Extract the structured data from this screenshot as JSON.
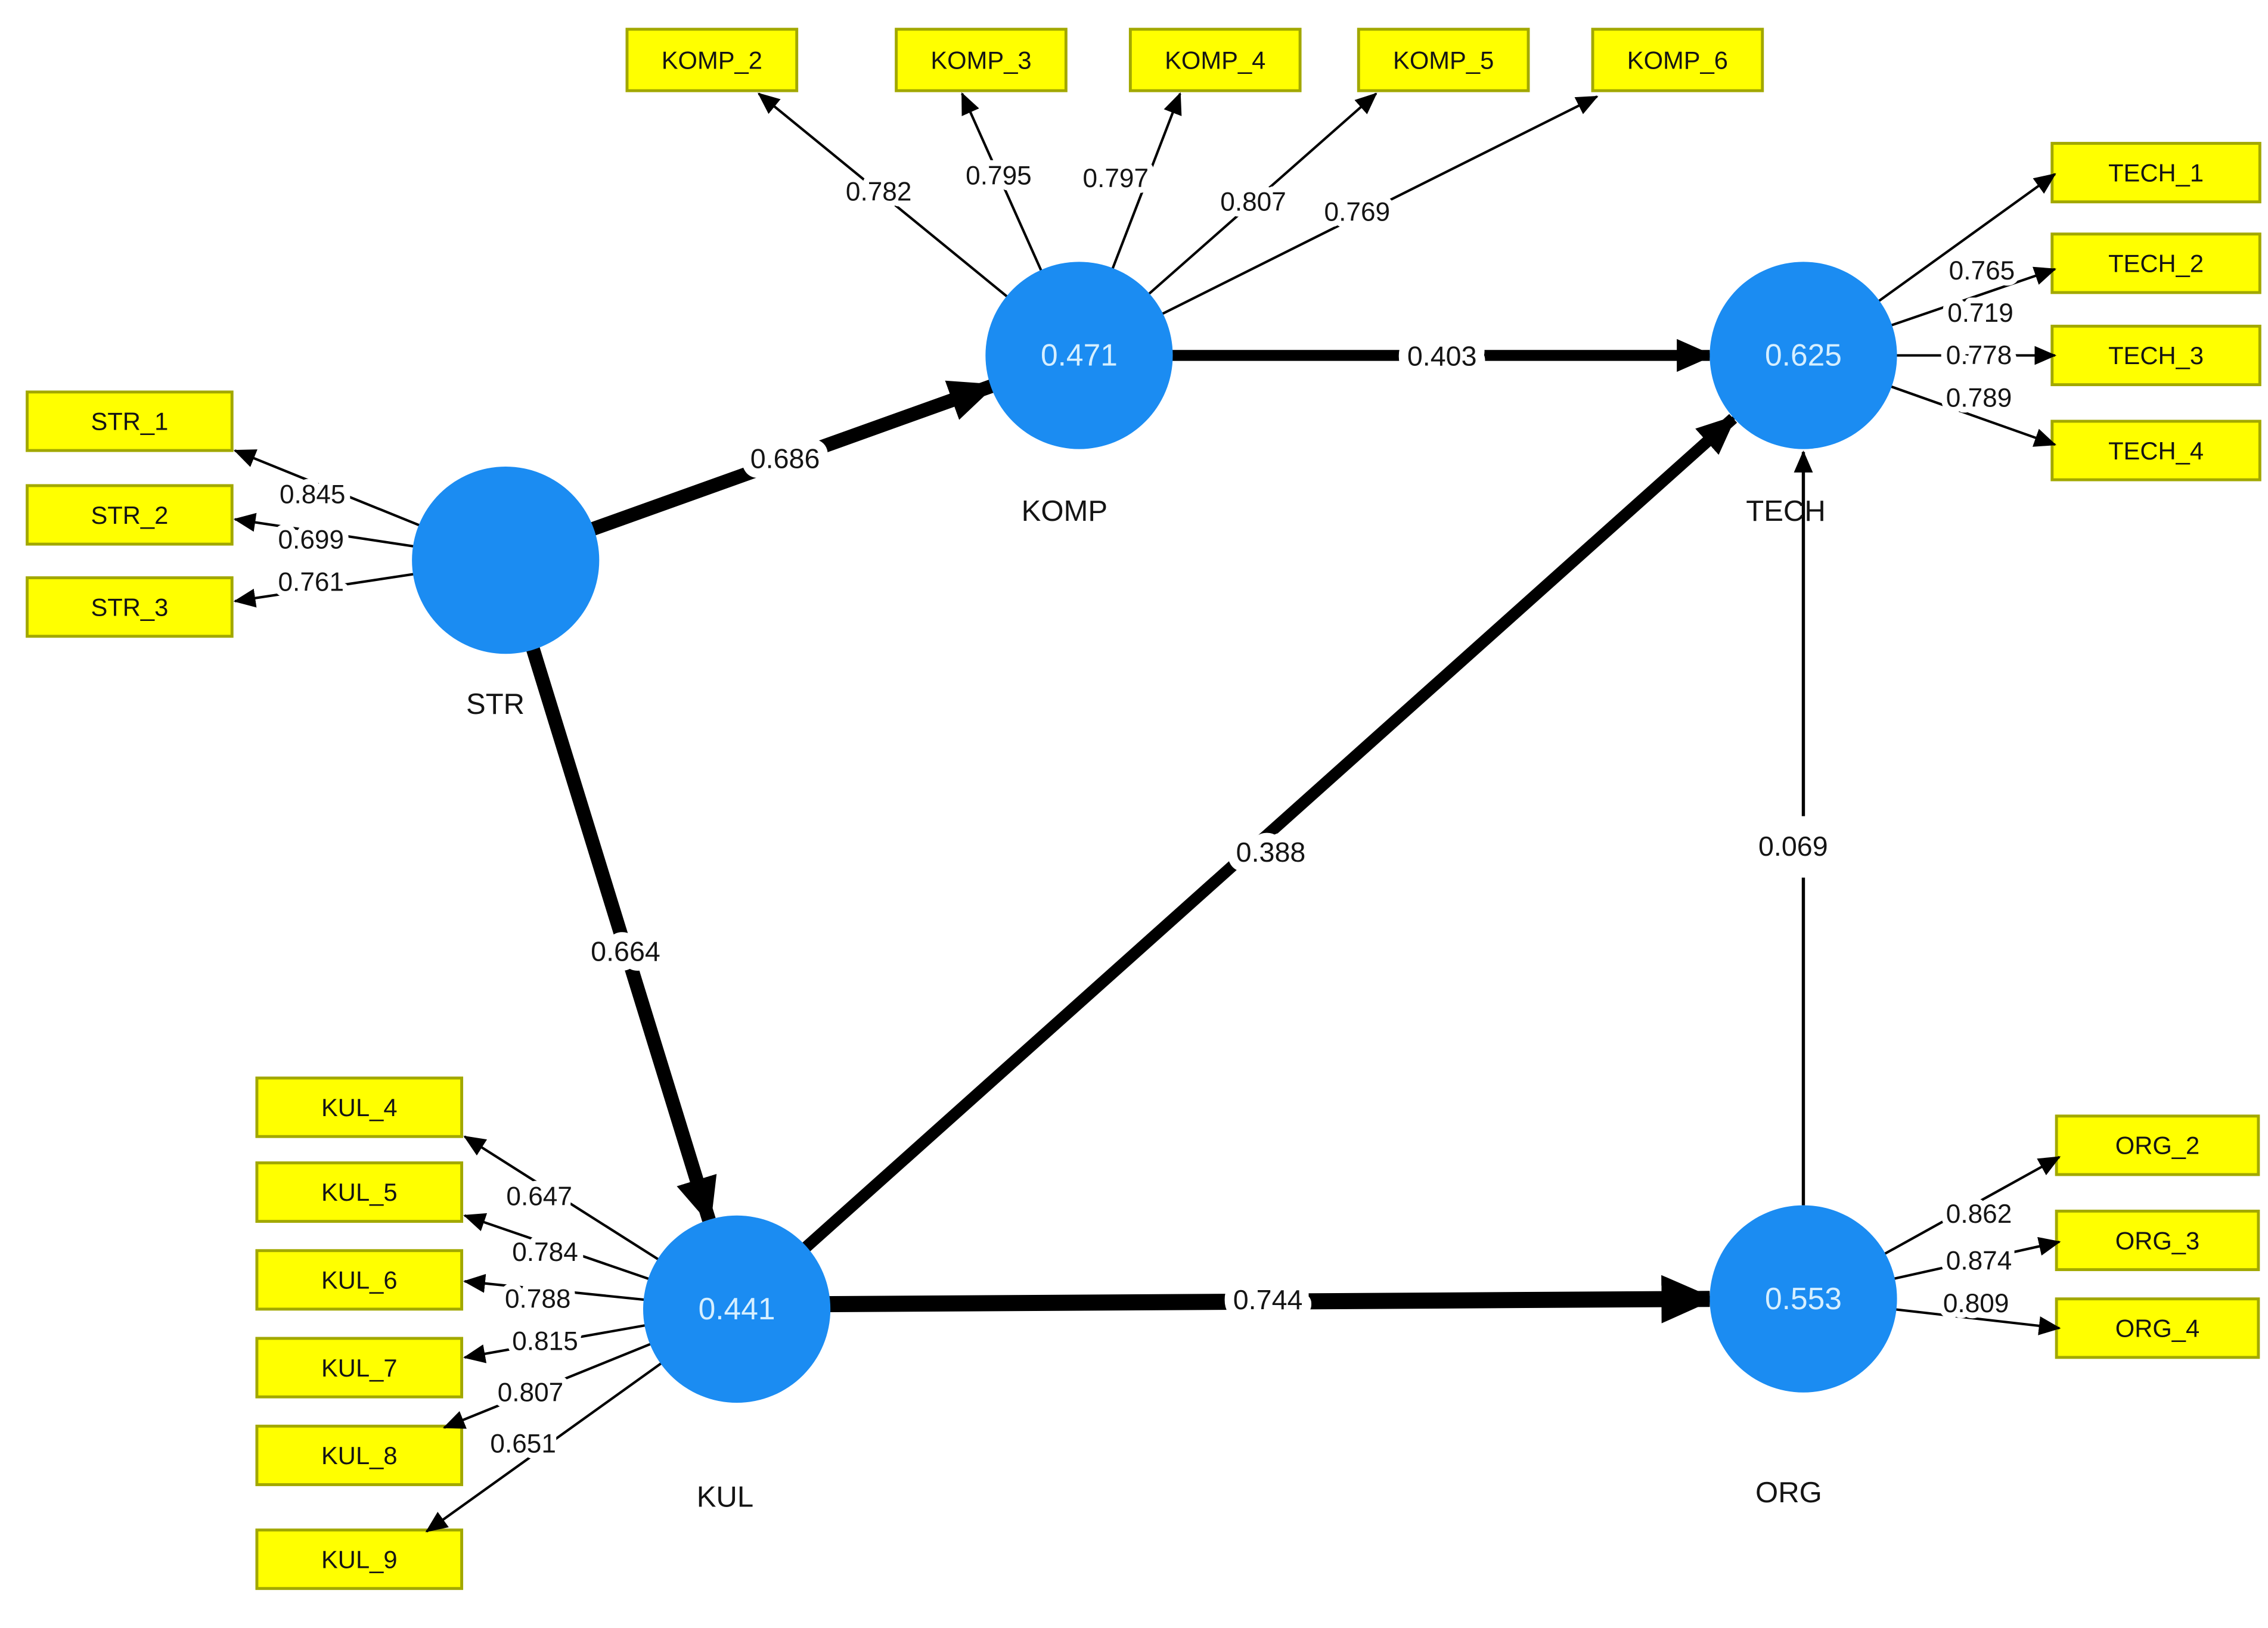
{
  "colors": {
    "background": "#FFFFFF",
    "indicator_fill": "#FFFF00",
    "indicator_border": "#A2A800",
    "construct_fill": "#1B8CF2",
    "construct_value_text": "#D6EFFF",
    "line": "#000000"
  },
  "model": {
    "constructs": {
      "str": {
        "label": "STR"
      },
      "komp": {
        "label": "KOMP",
        "r2": "0.471"
      },
      "tech": {
        "label": "TECH",
        "r2": "0.625"
      },
      "kul": {
        "label": "KUL",
        "r2": "0.441"
      },
      "org": {
        "label": "ORG",
        "r2": "0.553"
      }
    },
    "indicators": {
      "komp": [
        {
          "label": "KOMP_2",
          "loading": "0.782"
        },
        {
          "label": "KOMP_3",
          "loading": "0.795"
        },
        {
          "label": "KOMP_4",
          "loading": "0.797"
        },
        {
          "label": "KOMP_5",
          "loading": "0.807"
        },
        {
          "label": "KOMP_6",
          "loading": "0.769"
        }
      ],
      "str": [
        {
          "label": "STR_1",
          "loading": "0.845"
        },
        {
          "label": "STR_2",
          "loading": "0.699"
        },
        {
          "label": "STR_3",
          "loading": "0.761"
        }
      ],
      "tech": [
        {
          "label": "TECH_1",
          "loading": "0.765"
        },
        {
          "label": "TECH_2",
          "loading": "0.719"
        },
        {
          "label": "TECH_3",
          "loading": "0.778"
        },
        {
          "label": "TECH_4",
          "loading": "0.789"
        }
      ],
      "kul": [
        {
          "label": "KUL_4",
          "loading": "0.647"
        },
        {
          "label": "KUL_5",
          "loading": "0.784"
        },
        {
          "label": "KUL_6",
          "loading": "0.788"
        },
        {
          "label": "KUL_7",
          "loading": "0.815"
        },
        {
          "label": "KUL_8",
          "loading": "0.807"
        },
        {
          "label": "KUL_9",
          "loading": "0.651"
        }
      ],
      "org": [
        {
          "label": "ORG_2",
          "loading": "0.862"
        },
        {
          "label": "ORG_3",
          "loading": "0.874"
        },
        {
          "label": "ORG_4",
          "loading": "0.809"
        }
      ]
    },
    "paths": [
      {
        "from": "STR",
        "to": "KOMP",
        "coefficient": "0.686"
      },
      {
        "from": "KOMP",
        "to": "TECH",
        "coefficient": "0.403"
      },
      {
        "from": "STR",
        "to": "KUL",
        "coefficient": "0.664"
      },
      {
        "from": "KUL",
        "to": "TECH",
        "coefficient": "0.388"
      },
      {
        "from": "KUL",
        "to": "ORG",
        "coefficient": "0.744"
      },
      {
        "from": "ORG",
        "to": "TECH",
        "coefficient": "0.069"
      }
    ]
  }
}
